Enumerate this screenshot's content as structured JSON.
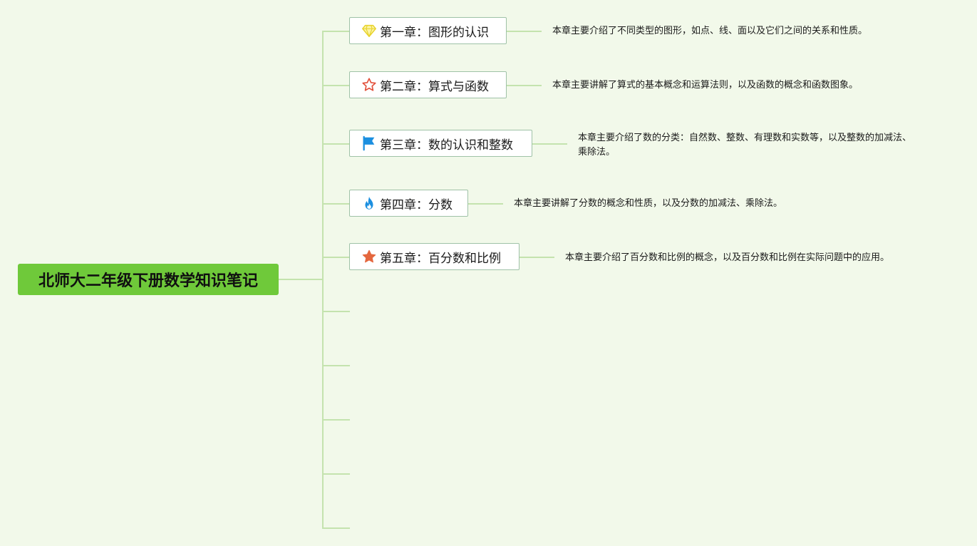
{
  "root": {
    "title": "北师大二年级下册数学知识笔记"
  },
  "chapters": [
    {
      "title": "第一章：图形的认识",
      "icon": "diamond-icon",
      "color": "#f2e14a",
      "description": "本章主要介绍了不同类型的图形，如点、线、面以及它们之间的关系和性质。"
    },
    {
      "title": "第二章：算式与函数",
      "icon": "star-outline-icon",
      "color": "#e2513c",
      "description": "本章主要讲解了算式的基本概念和运算法则，以及函数的概念和函数图象。"
    },
    {
      "title": "第三章：数的认识和整数",
      "icon": "flag-icon",
      "color": "#1b8fe0",
      "description": "本章主要介绍了数的分类：自然数、整数、有理数和实数等，以及整数的加减法、乘除法。"
    },
    {
      "title": "第四章：分数",
      "icon": "flame-icon",
      "color": "#1b8fe0",
      "description": "本章主要讲解了分数的概念和性质，以及分数的加减法、乘除法。"
    },
    {
      "title": "第五章：百分数和比例",
      "icon": "star-filled-icon",
      "color": "#e4673e",
      "description": "本章主要介绍了百分数和比例的概念，以及百分数和比例在实际问题中的应用。"
    }
  ],
  "colors": {
    "background": "#f2f9ea",
    "root_fill": "#6fc93a",
    "connector": "#c4e3ae",
    "node_border": "#9fc2a7"
  }
}
